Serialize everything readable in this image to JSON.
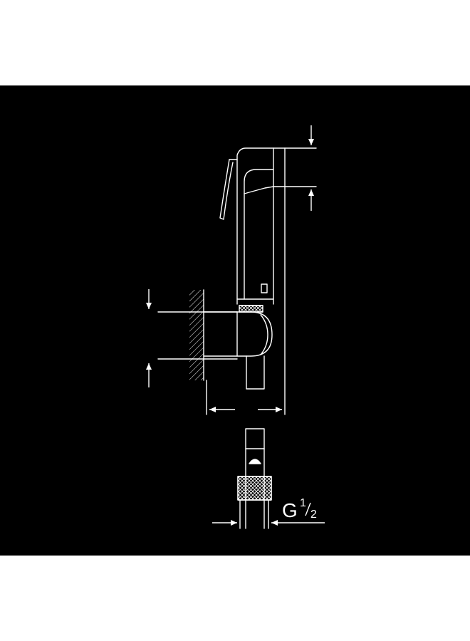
{
  "diagram": {
    "thread_size": {
      "letter": "G",
      "numerator": "1",
      "denominator": "2"
    },
    "colors": {
      "background": "#000000",
      "line": "#ffffff",
      "page": "#ffffff"
    }
  }
}
